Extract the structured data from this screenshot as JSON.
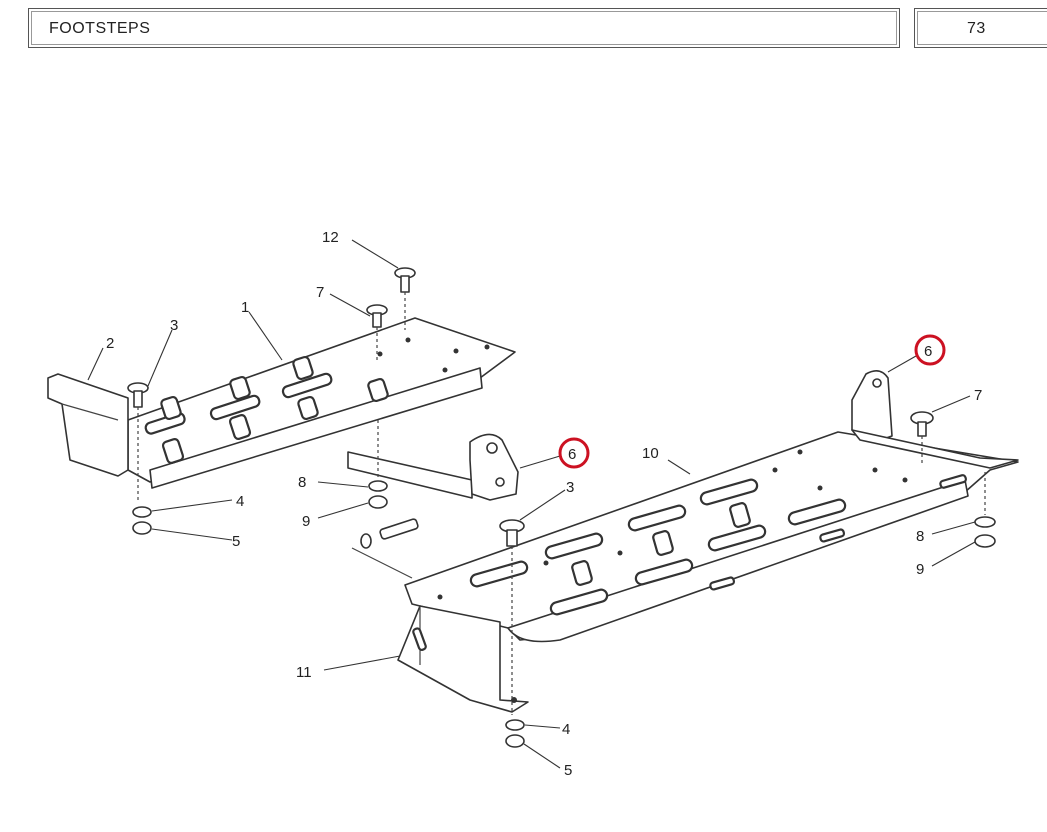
{
  "header": {
    "title": "FOOTSTEPS",
    "page_number": "73"
  },
  "callouts": {
    "c12": "12",
    "c7a": "7",
    "c1": "1",
    "c3a": "3",
    "c2": "2",
    "c6a": "6",
    "c8a": "8",
    "c9a": "9",
    "c4a": "4",
    "c5a": "5",
    "c10": "10",
    "c3b": "3",
    "c6b": "6",
    "c7b": "7",
    "c8b": "8",
    "c9b": "9",
    "c11": "11",
    "c4b": "4",
    "c5b": "5"
  },
  "highlight_color": "#cc1122"
}
